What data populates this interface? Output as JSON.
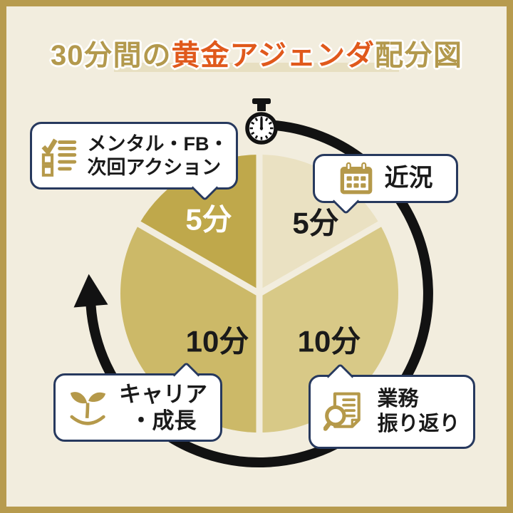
{
  "title": {
    "full": "30分間の黄金アジェンダ配分図",
    "parts": [
      {
        "text": "30分間の"
      },
      {
        "text": "黄金アジェンダ"
      },
      {
        "text": "配分図"
      }
    ]
  },
  "theme": {
    "bg": "#f2edde",
    "frame": "#b79b4e",
    "gold": "#b5994a",
    "navy": "#27395e",
    "ink": "#121212",
    "text": "#1a1a1a",
    "title_gold": "#b3994d",
    "title_orange": "#e0591c",
    "title_shadow": "#e7dfc1"
  },
  "chart_data": {
    "type": "pie",
    "title": "30分間の黄金アジェンダ配分図",
    "unit": "分",
    "total_minutes": 30,
    "start_angle_deg": 0,
    "direction": "clockwise",
    "legend_position": "callout-bubbles-around-pie",
    "segments": [
      {
        "label": "近況",
        "minutes": 5,
        "value_label": "5分",
        "color": "#eae1c2",
        "value_text_color": "#1a1a1a"
      },
      {
        "label": "業務振り返り",
        "minutes": 10,
        "value_label": "10分",
        "color": "#d8c987",
        "value_text_color": "#1a1a1a"
      },
      {
        "label": "キャリア・成長",
        "minutes": 10,
        "value_label": "10分",
        "color": "#ccb968",
        "value_text_color": "#1a1a1a"
      },
      {
        "label": "メンタル・FB・次回アクション",
        "minutes": 5,
        "value_label": "5分",
        "color": "#bfa84b",
        "value_text_color": "#ffffff"
      }
    ]
  },
  "callouts": {
    "mental": {
      "line1": "メンタル・FB・",
      "line2": "次回アクション",
      "icon": "checklist-icon"
    },
    "recent": {
      "label": "近況",
      "icon": "calendar-icon"
    },
    "career": {
      "line1": "キャリア",
      "line2": "・成長",
      "icon": "sprout-icon"
    },
    "review": {
      "line1": "業務",
      "line2": "振り返り",
      "icon": "document-search-icon"
    }
  },
  "decorations": {
    "stopwatch_icon": "stopwatch-icon",
    "cycle_arrow": "clockwise-cycle-arrow"
  }
}
